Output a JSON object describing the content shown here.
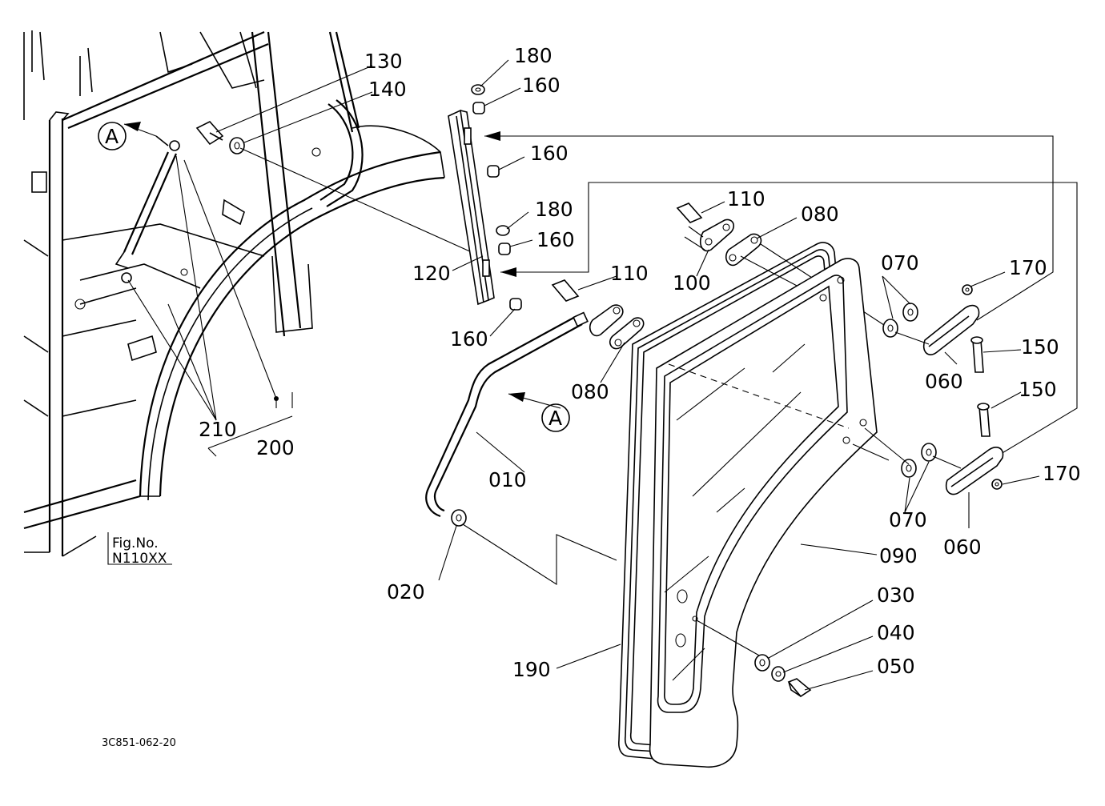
{
  "drawing_number": "3C851-062-20",
  "figure_reference": {
    "line1": "Fig.No.",
    "line2": "N110XX"
  },
  "view_marker": "A",
  "part_labels": {
    "p010": "010",
    "p020": "020",
    "p030": "030",
    "p040": "040",
    "p050": "050",
    "p060": "060",
    "p070": "070",
    "p080": "080",
    "p090": "090",
    "p100": "100",
    "p110": "110",
    "p120": "120",
    "p130": "130",
    "p140": "140",
    "p150": "150",
    "p160": "160",
    "p170": "170",
    "p180": "180",
    "p190": "190",
    "p200": "200",
    "p210": "210"
  }
}
